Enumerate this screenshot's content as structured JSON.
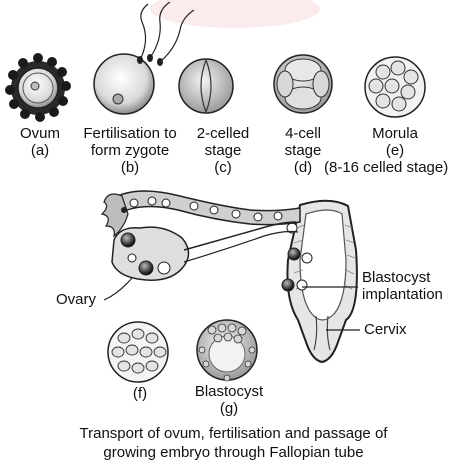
{
  "stages": [
    {
      "name": "Ovum",
      "letter": "(a)"
    },
    {
      "name_line1": "Fertilisation to",
      "name_line2": "form zygote",
      "letter": "(b)"
    },
    {
      "name_line1": "2-celled",
      "name_line2": "stage",
      "letter": "(c)"
    },
    {
      "name_line1": "4-cell",
      "name_line2": "stage",
      "letter": "(d)"
    },
    {
      "name": "Morula",
      "letter": "(e)",
      "note": "(8-16 celled stage)"
    }
  ],
  "labels": {
    "ovary": "Ovary",
    "blastocyst_implantation_1": "Blastocyst",
    "blastocyst_implantation_2": "implantation",
    "cervix": "Cervix",
    "f_letter": "(f)",
    "g_name": "Blastocyst",
    "g_letter": "(g)"
  },
  "caption": {
    "line1": "Transport of ovum, fertilisation and passage of",
    "line2": "growing embryo through Fallopian tube"
  },
  "watermark_color": "#f3c9cf"
}
